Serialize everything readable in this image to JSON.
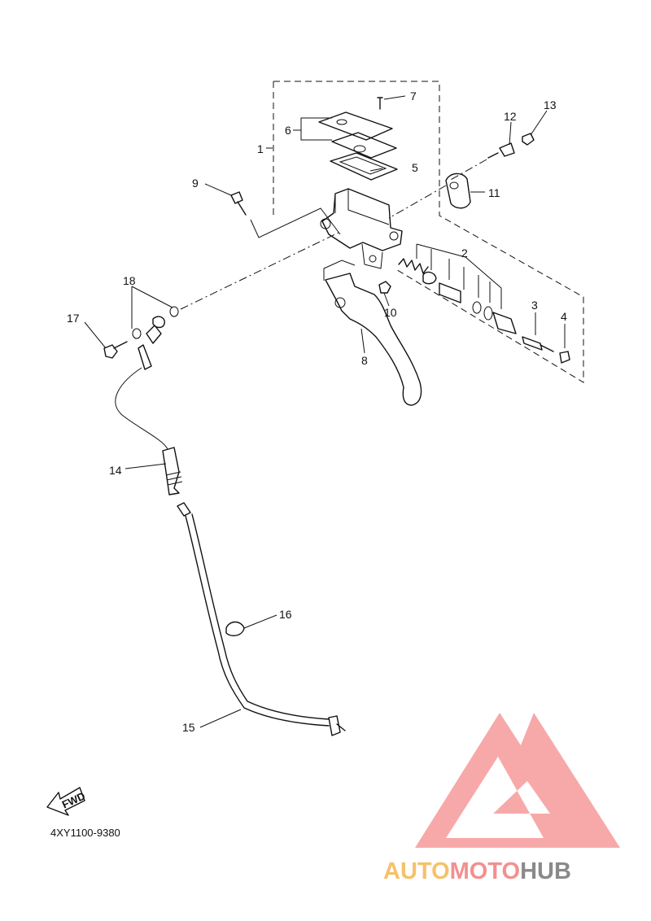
{
  "callouts": [
    {
      "id": "c1",
      "text": "1"
    },
    {
      "id": "c2",
      "text": "2"
    },
    {
      "id": "c3",
      "text": "3"
    },
    {
      "id": "c4",
      "text": "4"
    },
    {
      "id": "c5",
      "text": "5"
    },
    {
      "id": "c6",
      "text": "6"
    },
    {
      "id": "c7",
      "text": "7"
    },
    {
      "id": "c8",
      "text": "8"
    },
    {
      "id": "c9",
      "text": "9"
    },
    {
      "id": "c10",
      "text": "10"
    },
    {
      "id": "c11",
      "text": "11"
    },
    {
      "id": "c12",
      "text": "12"
    },
    {
      "id": "c13",
      "text": "13"
    },
    {
      "id": "c14",
      "text": "14"
    },
    {
      "id": "c15",
      "text": "15"
    },
    {
      "id": "c16",
      "text": "16"
    },
    {
      "id": "c17",
      "text": "17"
    },
    {
      "id": "c18",
      "text": "18"
    }
  ],
  "fwd_label": "FWD",
  "diagram_ref": "4XY1100-9380",
  "watermark": {
    "part1": "AUTO",
    "part2": "MOTO",
    "part3": "HUB",
    "colors": {
      "auto": "#f5c16a",
      "moto": "#f39090",
      "hub": "#8a8a8a",
      "triangle": "#f6a0a0"
    }
  }
}
